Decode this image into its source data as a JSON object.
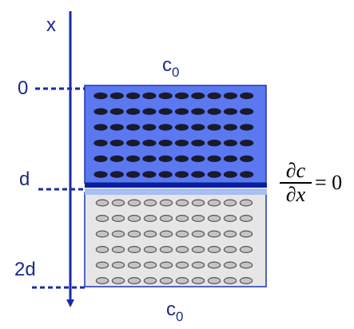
{
  "axis": {
    "label": "x"
  },
  "ticks": [
    {
      "label": "0"
    },
    {
      "label": "d"
    },
    {
      "label": "2d"
    }
  ],
  "boundary_top": {
    "symbol": "c",
    "subscript": "0"
  },
  "boundary_bottom": {
    "symbol": "c",
    "subscript": "0"
  },
  "interface_condition": {
    "numerator": "∂c",
    "denominator": "∂x",
    "rhs": "= 0"
  },
  "regions": [
    {
      "name": "upper",
      "fill": "#5b78f0",
      "dot_color": "#1a1a2e",
      "rows": 6,
      "cols": 10
    },
    {
      "name": "lower",
      "fill": "#e6e6e6",
      "dot_color": "#555555",
      "rows": 6,
      "cols": 10
    }
  ],
  "colors": {
    "axis": "#1a2aa8",
    "border": "#1f35b0",
    "interface_line": "#0a1f9e",
    "interface_glow": "#a8bff2"
  }
}
